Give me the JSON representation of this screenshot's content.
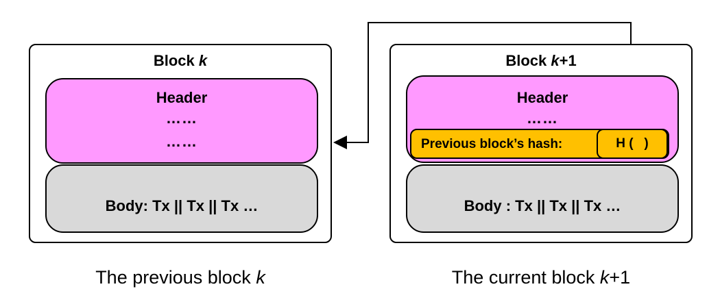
{
  "left_block": {
    "title_prefix": "Block ",
    "title_var": "k",
    "header_label": "Header",
    "header_dots": [
      "……",
      "……"
    ],
    "body_label": "Body: Tx || Tx || Tx …",
    "caption_prefix": "The previous block ",
    "caption_var": "k"
  },
  "right_block": {
    "title_prefix": "Block ",
    "title_var": "k",
    "title_suffix": "+1",
    "header_label": "Header",
    "header_dots": "……",
    "prev_hash_label": "Previous block’s hash:",
    "hash_fn": "H (   )",
    "body_label": "Body : Tx || Tx || Tx …",
    "caption_prefix": "The current block ",
    "caption_var": "k",
    "caption_suffix": "+1"
  },
  "colors": {
    "header": "#ff99ff",
    "body": "#d9d9d9",
    "hash": "#ffc000"
  }
}
